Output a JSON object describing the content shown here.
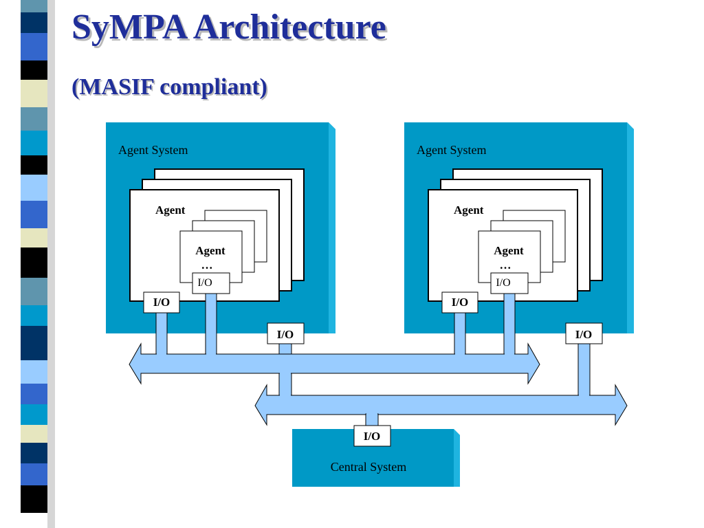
{
  "slide": {
    "title": "SyMPA Architecture",
    "subtitle": "(MASIF compliant)"
  },
  "agent_system_left": {
    "label": "Agent System",
    "agent_label": "Agent",
    "inner_agent_label": "Agent",
    "ellipsis": "…",
    "inner_io_label": "I/O",
    "agent_io_label": "I/O",
    "system_io_label": "I/O"
  },
  "agent_system_right": {
    "label": "Agent System",
    "agent_label": "Agent",
    "inner_agent_label": "Agent",
    "ellipsis": "…",
    "inner_io_label": "I/O",
    "agent_io_label": "I/O",
    "system_io_label": "I/O"
  },
  "central_system": {
    "label": "Central System",
    "io_label": "I/O"
  },
  "colors": {
    "title": "#1f2e9a",
    "system_box": "#0099c6",
    "system_box_side": "#1fb4e0",
    "system_box_top": "#0277a8",
    "bus": "#99ccff",
    "stripe_dark": "#003366",
    "stripe_blue": "#3366cc",
    "stripe_cyan": "#0099cc",
    "stripe_light": "#99ccff",
    "stripe_cream": "#e6e6bf",
    "stripe_black": "#000000",
    "stripe_steel": "#5f95ad"
  }
}
